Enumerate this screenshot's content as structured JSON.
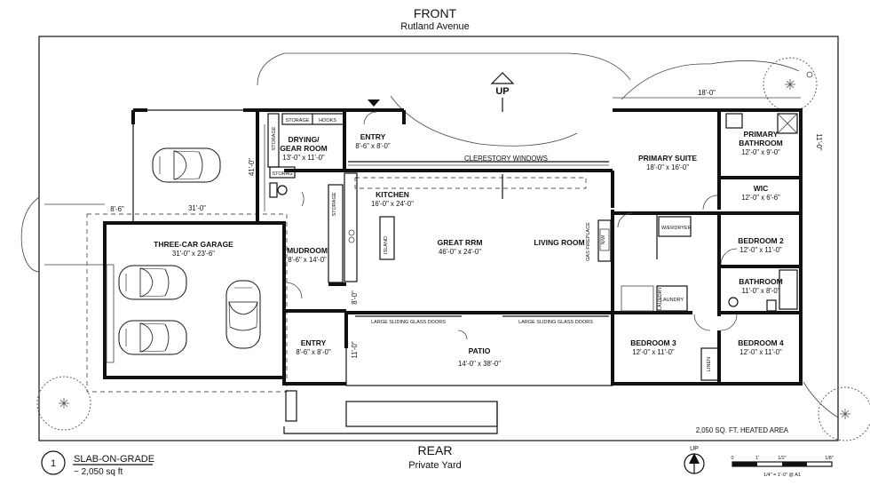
{
  "header": {
    "title": "FRONT",
    "street": "Rutland Avenue"
  },
  "footer": {
    "title": "REAR",
    "subtitle": "Private Yard"
  },
  "sheet": {
    "number": "1",
    "foundation": "SLAB-ON-GRADE",
    "area": "~ 2,050 sq ft"
  },
  "scale": {
    "up_label": "UP",
    "ticks": [
      "0",
      "1'",
      "1/2\"",
      "1/8\""
    ],
    "note": "1/4\" = 1'-0\" @ A1"
  },
  "heated_area": "2,050 SQ. FT. HEATED AREA",
  "up_marker": "UP",
  "clerestory": "CLERESTORY WINDOWS",
  "rooms": {
    "drying": {
      "name1": "DRYING/",
      "name2": "GEAR ROOM",
      "dims": "13'-0\" x 11'-0\""
    },
    "entry_front": {
      "name": "ENTRY",
      "dims": "8'-6\" x 8'-0\""
    },
    "kitchen": {
      "name": "KITCHEN",
      "dims": "16'-0\" x 24'-0\""
    },
    "great": {
      "name": "GREAT RRM",
      "dims": "46'-0\" x 24'-0\""
    },
    "living": {
      "name": "LIVING ROOM"
    },
    "garage": {
      "name": "THREE-CAR GARAGE",
      "dims": "31'-0\" x 23'-6\""
    },
    "mudroom": {
      "name": "MUDROOM",
      "dims": "8'-6\" x 14'-0\""
    },
    "entry_rear": {
      "name": "ENTRY",
      "dims": "8'-6\" x 8'-0\""
    },
    "patio": {
      "name": "PATIO",
      "dims": "14'-0\" x 38'-0\""
    },
    "primary_suite": {
      "name": "PRIMARY SUITE",
      "dims": "18'-0\" x 16'-0\""
    },
    "primary_bath": {
      "name1": "PRIMARY",
      "name2": "BATHROOM",
      "dims": "12'-0\" x 9'-0\""
    },
    "wic": {
      "name": "WIC",
      "dims": "12'-0\" x 6'-6\""
    },
    "bedroom2": {
      "name": "BEDROOM 2",
      "dims": "12'-0\" x 11'-0\""
    },
    "bathroom": {
      "name": "BATHROOM",
      "dims": "11'-0\" x 8'-0\""
    },
    "bedroom3": {
      "name": "BEDROOM 3",
      "dims": "12'-0\" x 11'-0\""
    },
    "bedroom4": {
      "name": "BEDROOM 4",
      "dims": "12'-0\" x 11'-0\""
    }
  },
  "dimensions": {
    "suite_width": "18'-0\"",
    "carport_depth": "41'-0\"",
    "carport_width": "31'-0\"",
    "side_path": "8'-6\"",
    "kitchen_gap": "8'-0\"",
    "entry_depth": "11'-0\"",
    "suite_right": "11'-0\""
  },
  "small_labels": {
    "storage": "STORAGE",
    "hooks": "HOOKS",
    "storage_v": "STORAGE",
    "storage2": "STORAG",
    "storage_k": "STORAGE",
    "island": "ISLAND",
    "fireplace": "GAS FIREPLACE",
    "tv": "N/W",
    "laundry": "LAUNDRY",
    "laundry_v": "LAUNDRY",
    "linen": "LINEN",
    "w1": "W/ER",
    "w2": "DRYER",
    "slide_left": "LARGE SLIDING GLASS DOORS",
    "slide_right": "LARGE SLIDING GLASS DOORS"
  }
}
